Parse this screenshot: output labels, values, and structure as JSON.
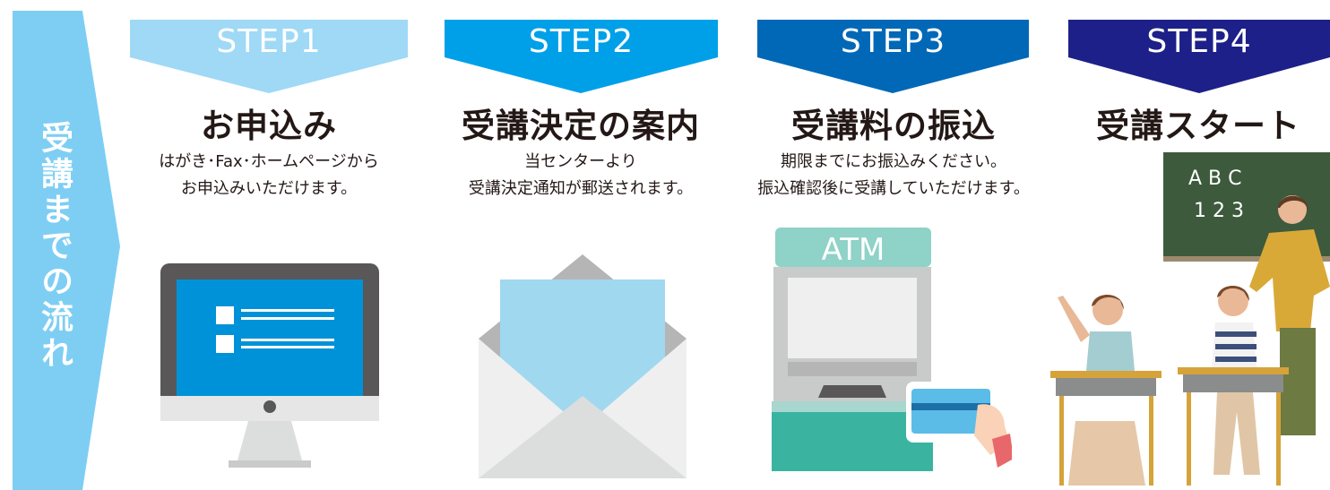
{
  "side_label": "受講までの流れ",
  "colors": {
    "side_arrow": "#7ecef4",
    "step1": "#9fd9f6",
    "step2": "#00a0e9",
    "step3": "#0068b7",
    "step4": "#1d2088"
  },
  "steps": [
    {
      "label": "STEP1",
      "title": "お申込み",
      "desc_line1": "はがき･Fax･ホームページから",
      "desc_line2": "お申込みいただけます。",
      "illustration": "computer-monitor-icon"
    },
    {
      "label": "STEP2",
      "title": "受講決定の案内",
      "desc_line1": "当センターより",
      "desc_line2": "受講決定通知が郵送されます。",
      "illustration": "envelope-icon"
    },
    {
      "label": "STEP3",
      "title": "受講料の振込",
      "desc_line1": "期限までにお振込みください。",
      "desc_line2": "振込確認後に受講していただけます。",
      "illustration": "atm-icon",
      "atm_text": "ATM"
    },
    {
      "label": "STEP4",
      "title": "受講スタート",
      "illustration": "classroom-icon",
      "board_line1": "A B C",
      "board_line2": "1 2 3"
    }
  ]
}
